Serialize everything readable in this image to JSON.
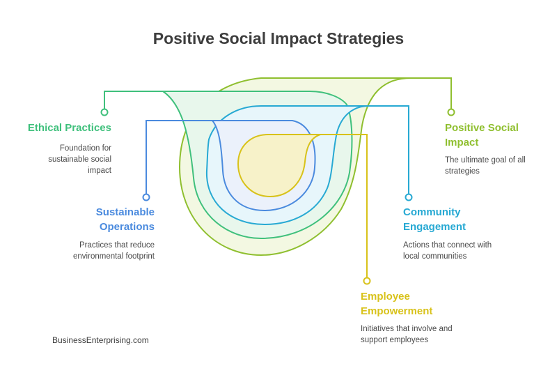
{
  "title": "Positive Social Impact Strategies",
  "colors": {
    "ethical": "#3fc07c",
    "sustainable": "#4a8ade",
    "community": "#27a9d3",
    "employee": "#d8c21a",
    "positive": "#8fbf2f"
  },
  "items": [
    {
      "key": "ethical",
      "label": "Ethical Practices",
      "description": "Foundation for sustainable social impact"
    },
    {
      "key": "sustainable",
      "label": "Sustainable Operations",
      "description": "Practices that reduce environmental footprint"
    },
    {
      "key": "community",
      "label": "Community Engagement",
      "description": "Actions that connect with local communities"
    },
    {
      "key": "employee",
      "label": "Employee Empowerment",
      "description": "Initiatives that involve and support employees"
    },
    {
      "key": "positive",
      "label": "Positive Social Impact",
      "description": "The ultimate goal of all strategies"
    }
  ],
  "footer": "BusinessEnterprising.com"
}
